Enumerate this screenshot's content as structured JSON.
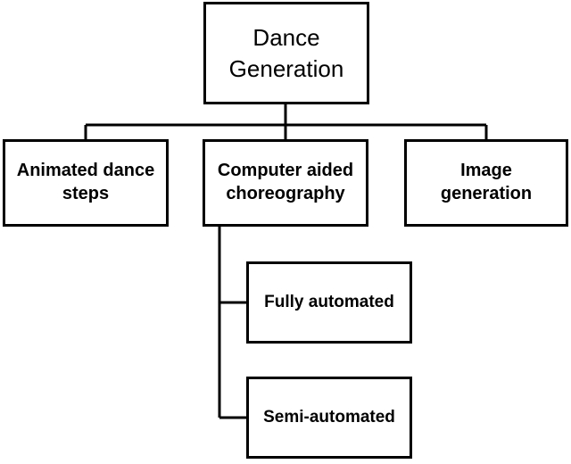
{
  "diagram": {
    "root": {
      "label": "Dance\nGeneration"
    },
    "children": [
      {
        "label": "Animated dance\nsteps"
      },
      {
        "label": "Computer aided\nchoreography"
      },
      {
        "label": "Image\ngeneration"
      }
    ],
    "subchildren": [
      {
        "label": "Fully automated"
      },
      {
        "label": "Semi-automated"
      }
    ],
    "colors": {
      "stroke": "#000000",
      "fill": "#ffffff"
    }
  }
}
